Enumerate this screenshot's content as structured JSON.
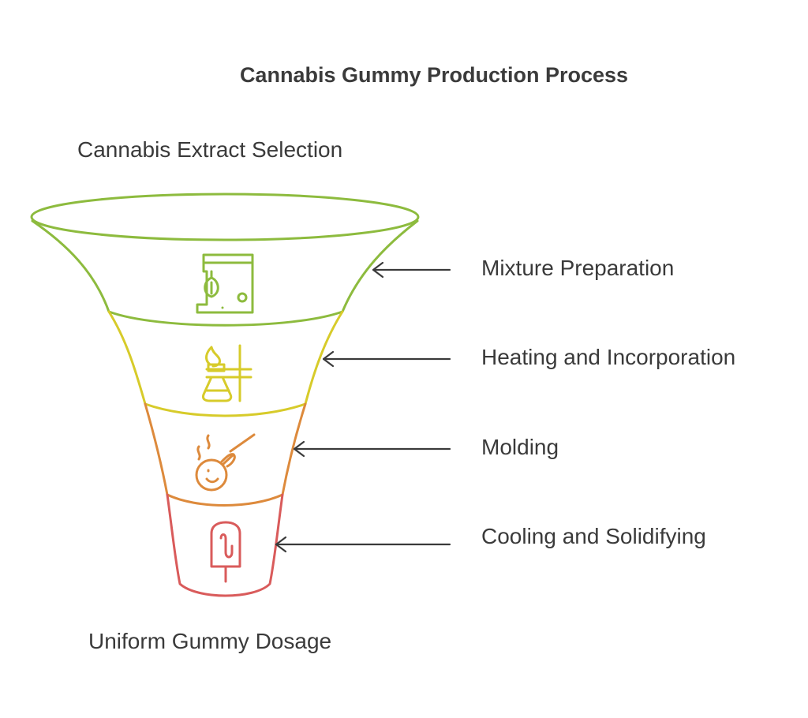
{
  "title": "Cannabis Gummy Production Process",
  "input_label": "Cannabis Extract Selection",
  "output_label": "Uniform Gummy Dosage",
  "stages": [
    {
      "label": "Mixture Preparation",
      "icon": "stand-mixer-icon",
      "color": "#8dbb3e"
    },
    {
      "label": "Heating and Incorporation",
      "icon": "bunsen-flask-icon",
      "color": "#d7cb2a"
    },
    {
      "label": "Molding",
      "icon": "molding-tool-icon",
      "color": "#dd8a3c"
    },
    {
      "label": "Cooling and Solidifying",
      "icon": "popsicle-icon",
      "color": "#d95b5b"
    }
  ],
  "colors": {
    "arrow": "#3a3a3a",
    "text": "#3a3a3a"
  }
}
